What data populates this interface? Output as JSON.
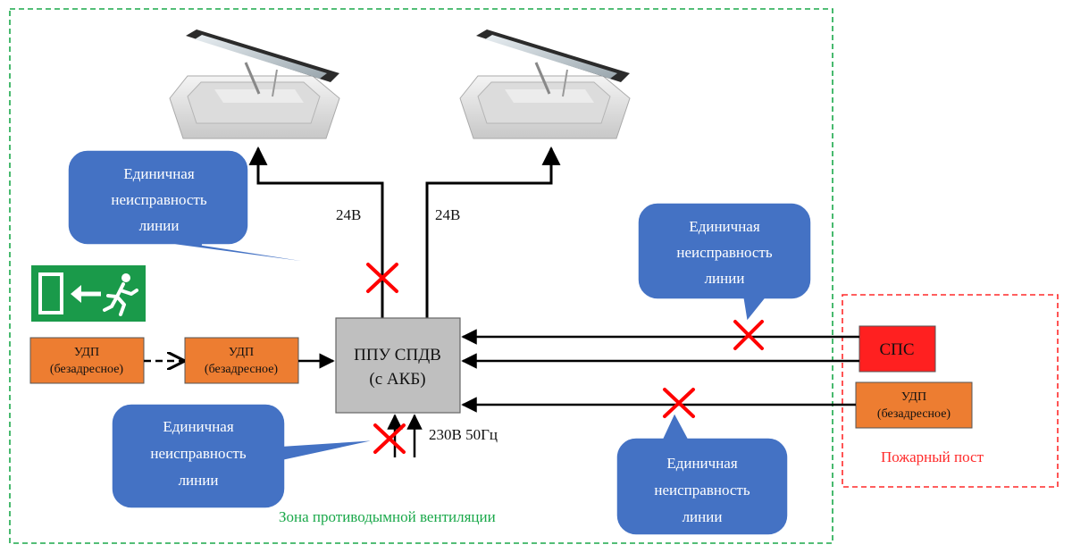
{
  "zones": {
    "ventilation_label": "Зона противодымной вентиляции",
    "fire_post_label": "Пожарный пост",
    "ventilation_color": "#1aa84a",
    "fire_post_color": "#ff2a2a"
  },
  "controller": {
    "line1": "ППУ СПДВ",
    "line2": "(с АКБ)",
    "color": "#bfbfbf"
  },
  "udp_boxes": [
    {
      "line1": "УДП",
      "line2": "(безадресное)"
    },
    {
      "line1": "УДП",
      "line2": "(безадресное)"
    },
    {
      "line1": "УДП",
      "line2": "(безадресное)"
    }
  ],
  "udp_color": "#ed7d31",
  "sps": {
    "label": "СПС",
    "color": "#ff2020"
  },
  "voltages": {
    "left_hatch": "24В",
    "right_hatch": "24В",
    "mains": "230В 50Гц"
  },
  "callouts": [
    {
      "line1": "Единичная",
      "line2": "неисправность",
      "line3": "линии"
    },
    {
      "line1": "Единичная",
      "line2": "неисправность",
      "line3": "линии"
    },
    {
      "line1": "Единичная",
      "line2": "неисправность",
      "line3": "линии"
    },
    {
      "line1": "Единичная",
      "line2": "неисправность",
      "line3": "линии"
    }
  ],
  "callout_color": "#4472c4",
  "fault_mark_color": "#ff0000",
  "exit_sign": {
    "icon": "emergency-exit-icon",
    "color": "#1a9a4a"
  },
  "hatch_icon": "smoke-hatch-icon"
}
